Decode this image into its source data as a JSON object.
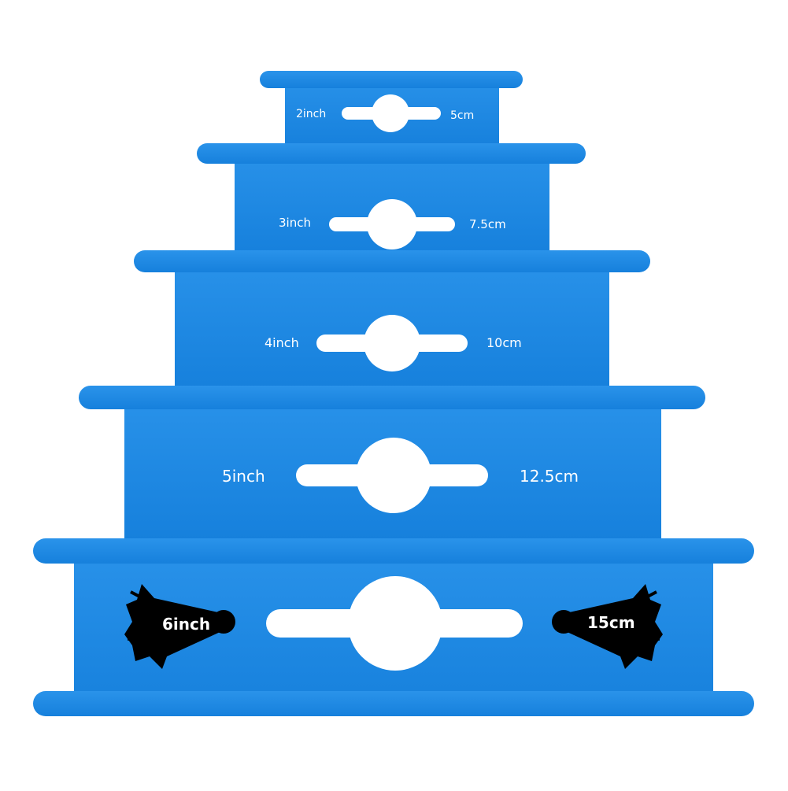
{
  "product": {
    "color_blue": "#1a86e0",
    "color_edge": "#1474c9",
    "color_hole": "#ffffff",
    "color_tassel": "#000000"
  },
  "tiers": [
    {
      "inch_label": "2inch",
      "cm_label": "5cm"
    },
    {
      "inch_label": "3inch",
      "cm_label": "7.5cm"
    },
    {
      "inch_label": "4inch",
      "cm_label": "10cm"
    },
    {
      "inch_label": "5inch",
      "cm_label": "12.5cm"
    },
    {
      "inch_label": "6inch",
      "cm_label": "15cm"
    }
  ],
  "icons": {
    "left_tassel": "tassel-icon",
    "right_tassel": "tassel-icon"
  }
}
